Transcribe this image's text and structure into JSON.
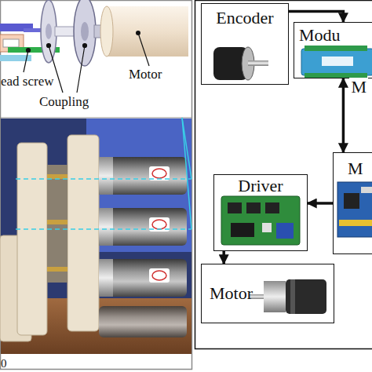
{
  "diagram": {
    "nodes": [
      {
        "text": [
          "Encoder"
        ]
      },
      {
        "text": [
          "Modu"
        ]
      },
      {
        "text": [
          "M"
        ]
      },
      {
        "text": [
          "Driver"
        ]
      },
      {
        "text": [
          "Motor"
        ]
      }
    ],
    "edges": [
      {
        "from": 0,
        "to": 1,
        "arrow": "to"
      },
      {
        "from": 1,
        "to": 2,
        "arrow": "both",
        "label": "M"
      },
      {
        "from": 2,
        "to": 3,
        "arrow": "to"
      },
      {
        "from": 3,
        "to": 4,
        "arrow": "to"
      }
    ],
    "labels": [
      "ead screw",
      "Coupling",
      "Motor",
      "0"
    ]
  }
}
